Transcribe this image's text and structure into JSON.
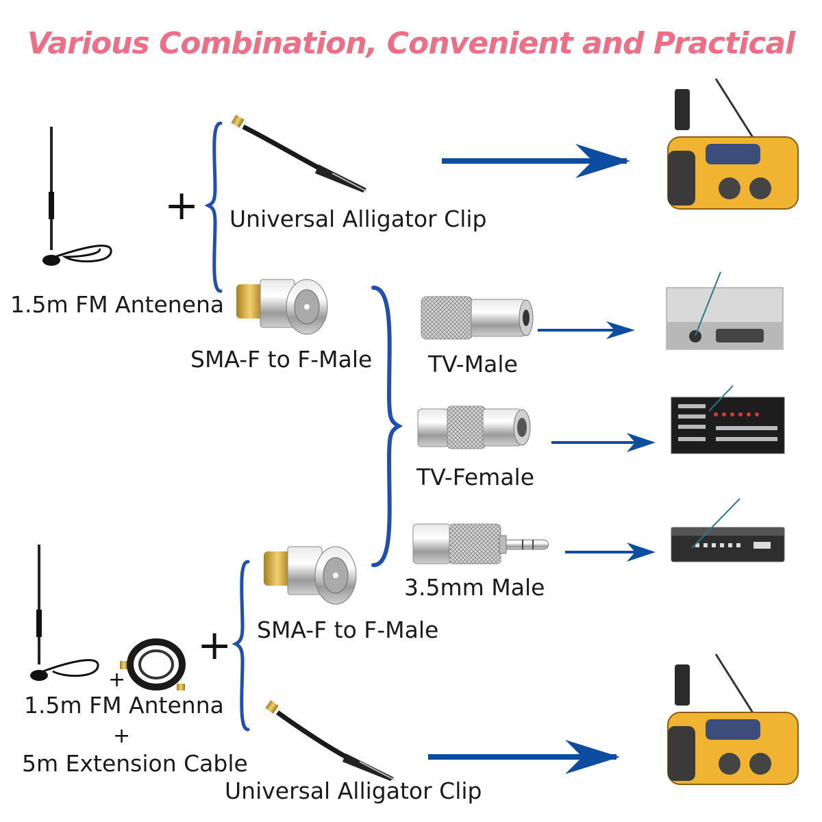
{
  "title": "Various Combination, Convenient and Practical",
  "symbols": {
    "plus": "+"
  },
  "top_group": {
    "antenna_label": "1.5m FM Antenena",
    "alligator_label": "Universal Alligator Clip",
    "sma_label": "SMA-F to F-Male"
  },
  "adapters": [
    {
      "label": "TV-Male"
    },
    {
      "label": "TV-Female"
    },
    {
      "label": "3.5mm Male"
    }
  ],
  "bottom_group": {
    "antenna_label": "1.5m FM Antenna",
    "cable_label": "5m Extension Cable",
    "sma_label": "SMA-F to F-Male",
    "alligator_label": "Universal Alligator Clip"
  },
  "colors": {
    "title": "#ec6f86",
    "arrow": "#0d4da1",
    "brace": "#1f4fb0",
    "radio": "#f0b432"
  },
  "icons": [
    "antenna-icon",
    "alligator-clip-icon",
    "sma-adapter-icon",
    "tv-male-adapter-icon",
    "tv-female-adapter-icon",
    "mm35-adapter-icon",
    "crank-radio-icon",
    "stereo-receiver-icon",
    "set-top-box-icon",
    "arrow-right-icon"
  ]
}
